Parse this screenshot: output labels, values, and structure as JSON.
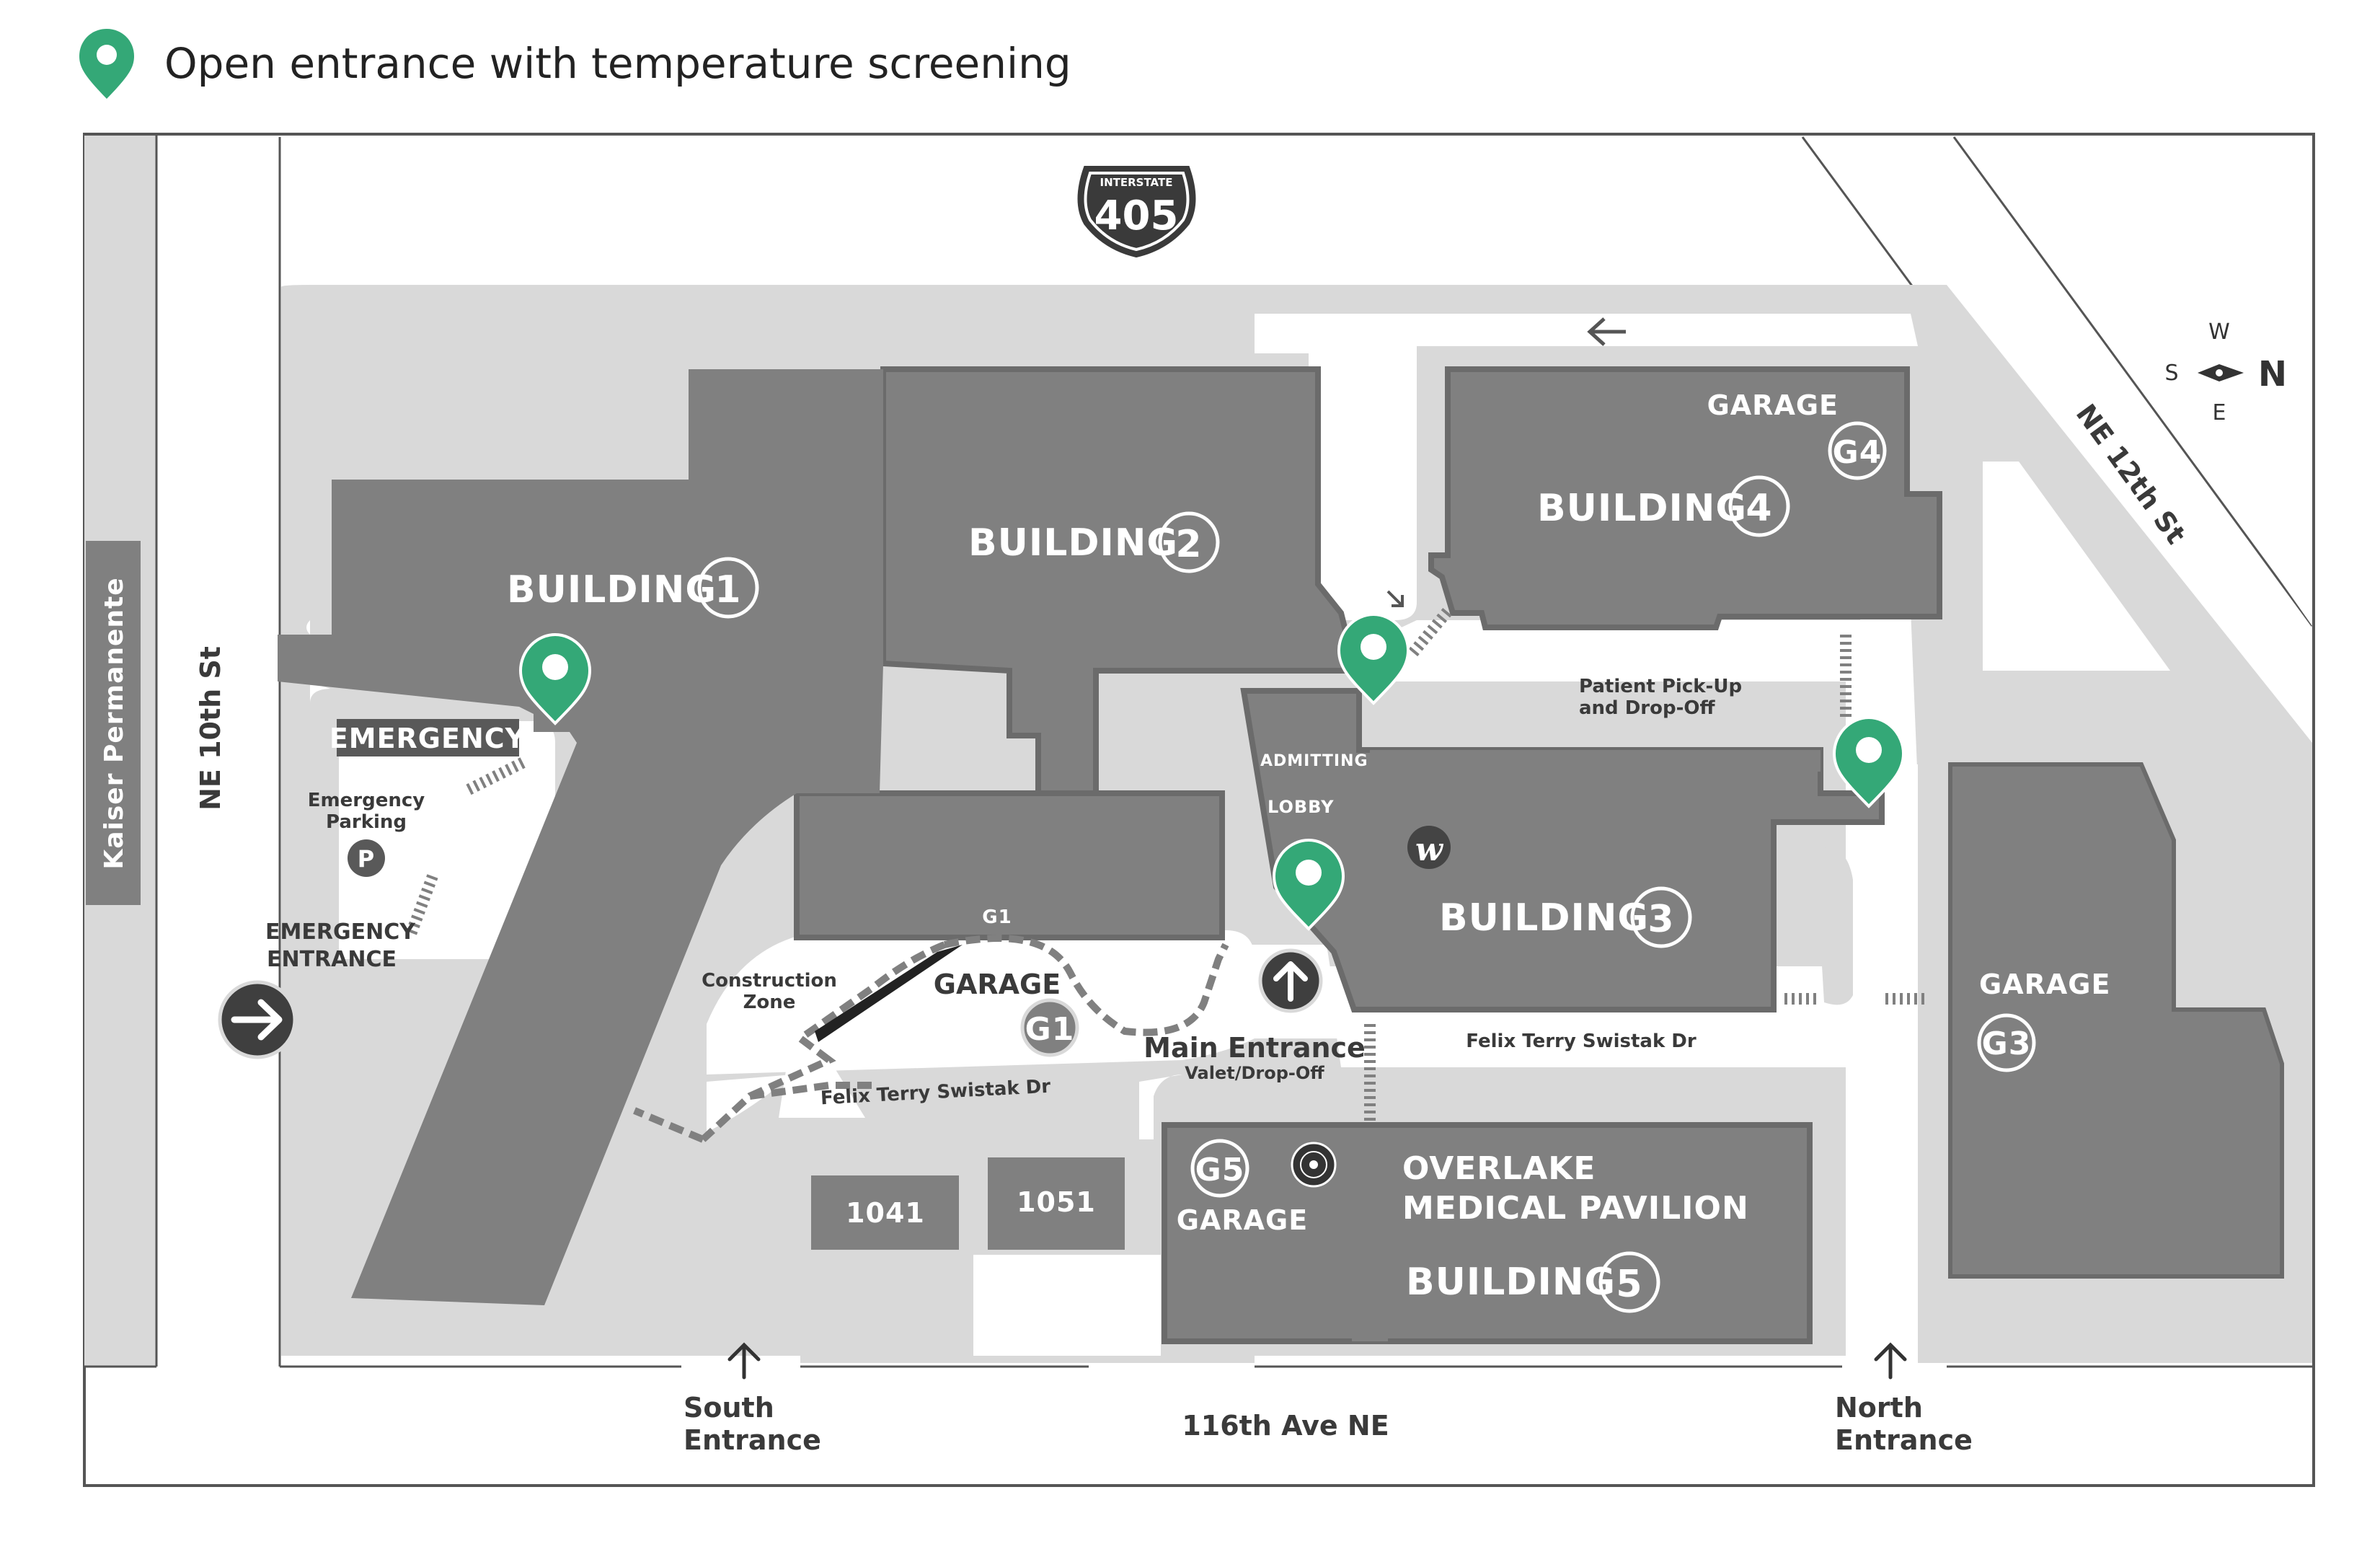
{
  "legend": {
    "icon": "map-pin-icon",
    "text": "Open entrance with temperature screening",
    "pin_color": "#34a877"
  },
  "colors": {
    "building": "#808080",
    "building_outline": "#6b6b6b",
    "lot": "#d9d9d9",
    "street_line": "#555555",
    "pin": "#34a877",
    "text_dark": "#3a3a3a"
  },
  "highway": {
    "top": "INTERSTATE",
    "number": "405"
  },
  "compass": {
    "w": "W",
    "s": "S",
    "e": "E",
    "n": "N"
  },
  "streets": {
    "kaiser": "Kaiser Permanente",
    "ne10": "NE 10th St",
    "ne12": "NE 12th St",
    "ave116": "116th Ave NE",
    "felix1": "Felix Terry Swistak Dr",
    "felix2": "Felix Terry Swistak Dr"
  },
  "buildings": {
    "b1": {
      "label": "BUILDING",
      "num": "1"
    },
    "b2": {
      "label": "BUILDING",
      "num": "2"
    },
    "b3": {
      "label": "BUILDING",
      "num": "3"
    },
    "b4": {
      "label": "BUILDING",
      "num": "4"
    },
    "b5": {
      "label": "BUILDING",
      "num": "5"
    },
    "pavilion1": "OVERLAKE",
    "pavilion2": "MEDICAL PAVILION",
    "b1041": "1041",
    "b1051": "1051"
  },
  "garages": {
    "g1": {
      "label": "GARAGE",
      "badge": "G1",
      "small": "G1"
    },
    "g3": {
      "label": "GARAGE",
      "badge": "G3"
    },
    "g4": {
      "label": "GARAGE",
      "badge": "G4"
    },
    "g5": {
      "label": "GARAGE",
      "badge": "G5"
    }
  },
  "labels": {
    "emergency": "EMERGENCY",
    "em_parking1": "Emergency",
    "em_parking2": "Parking",
    "parking_p": "P",
    "em_entrance1": "EMERGENCY",
    "em_entrance2": "ENTRANCE",
    "construction1": "Construction",
    "construction2": "Zone",
    "admitting": "ADMITTING",
    "lobby": "LOBBY",
    "patient1": "Patient Pick-Up",
    "patient2": "and Drop-Off",
    "main_entrance": "Main Entrance",
    "valet": "Valet/Drop-Off",
    "south1": "South",
    "south2": "Entrance",
    "north1": "North",
    "north2": "Entrance",
    "walgreens": "w"
  }
}
